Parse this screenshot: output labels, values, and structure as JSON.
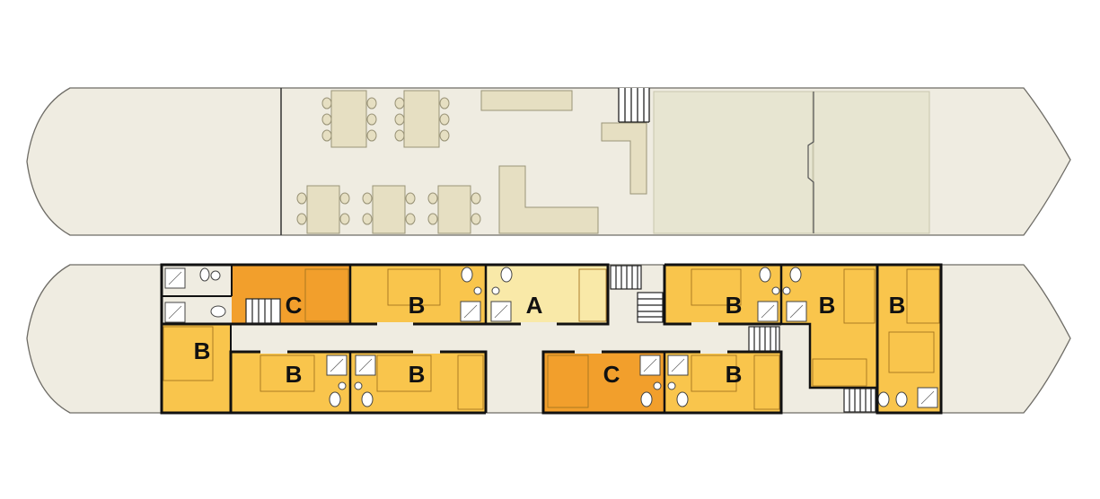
{
  "colors": {
    "hull": "#efece1",
    "hull_stroke": "#6e6c66",
    "lounge_area": "#e7e5d1",
    "furniture": "#e6dfc2",
    "furniture_stroke": "#9a9478",
    "cabin_a": "#f9e9a8",
    "cabin_b": "#f9c54c",
    "cabin_c": "#f29f2c",
    "wall": "#111111"
  },
  "upper_deck": {
    "icons": [
      "dining-table-icon",
      "bar-counter-icon",
      "staircase-icon",
      "lounge-area-icon"
    ]
  },
  "lower_deck": {
    "cabins": [
      {
        "label": "C",
        "category": "cabin_c"
      },
      {
        "label": "B",
        "category": "cabin_b"
      },
      {
        "label": "A",
        "category": "cabin_a"
      },
      {
        "label": "B",
        "category": "cabin_b"
      },
      {
        "label": "B",
        "category": "cabin_b"
      },
      {
        "label": "B",
        "category": "cabin_b"
      },
      {
        "label": "B",
        "category": "cabin_b"
      },
      {
        "label": "B",
        "category": "cabin_b"
      },
      {
        "label": "B",
        "category": "cabin_b"
      },
      {
        "label": "C",
        "category": "cabin_c"
      },
      {
        "label": "B",
        "category": "cabin_b"
      }
    ],
    "icons": [
      "shower-icon",
      "toilet-icon",
      "sink-icon",
      "bed-icon",
      "staircase-icon"
    ]
  }
}
